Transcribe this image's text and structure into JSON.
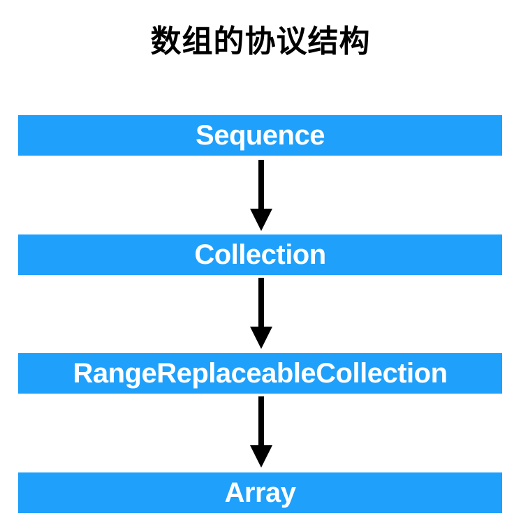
{
  "title": "数组的协议结构",
  "nodes": [
    {
      "label": "Sequence"
    },
    {
      "label": "Collection"
    },
    {
      "label": "RangeReplaceableCollection"
    },
    {
      "label": "Array"
    }
  ],
  "colors": {
    "node_fill": "#1ea0fb",
    "node_text": "#ffffff",
    "arrow": "#000000",
    "title": "#000000"
  },
  "icons": {
    "arrow": "arrow-down-icon"
  }
}
